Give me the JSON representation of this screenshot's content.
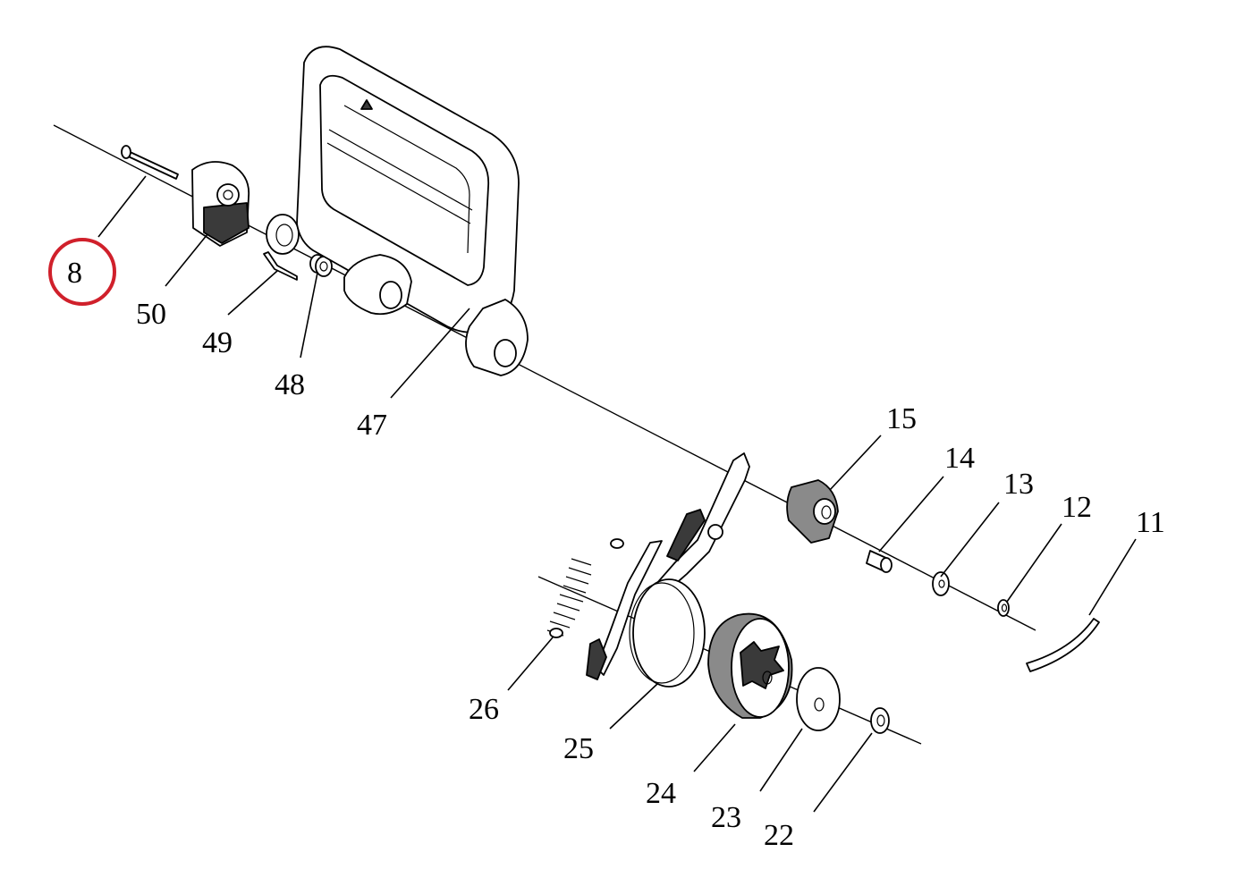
{
  "highlight": {
    "label": "8",
    "ring_color": "#d0202b"
  },
  "labels": {
    "p8": "8",
    "p50": "50",
    "p49": "49",
    "p48": "48",
    "p47": "47",
    "p15": "15",
    "p14": "14",
    "p13": "13",
    "p12": "12",
    "p11": "11",
    "p26": "26",
    "p25": "25",
    "p24": "24",
    "p23": "23",
    "p22": "22"
  }
}
